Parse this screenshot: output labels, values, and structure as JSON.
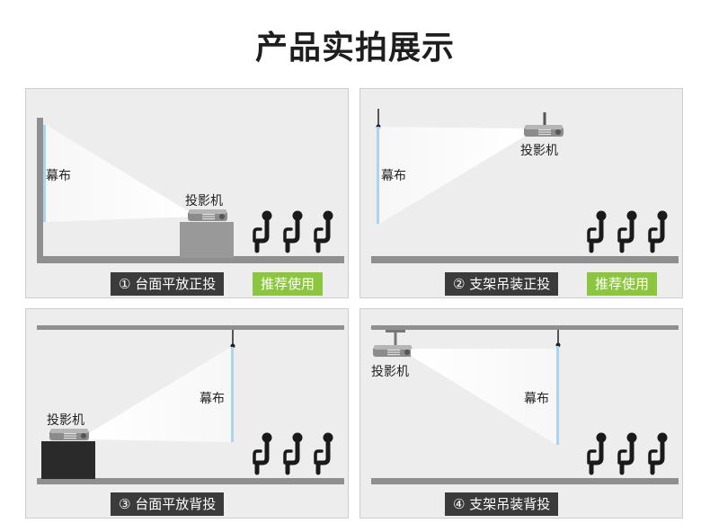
{
  "page": {
    "title": "产品实拍展示"
  },
  "labels": {
    "screen": "幕布",
    "projector": "投影机"
  },
  "panels": [
    {
      "caption": "① 台面平放正投",
      "recommend": "推荐使用"
    },
    {
      "caption": "② 支架吊装正投",
      "recommend": "推荐使用"
    },
    {
      "caption": "③ 台面平放背投",
      "recommend": ""
    },
    {
      "caption": "④ 支架吊装背投",
      "recommend": ""
    }
  ],
  "colors": {
    "panel_bg": "#ededed",
    "floor": "#8f8f8f",
    "screen": "#aad4f2",
    "projector_box": "#999999",
    "dark_table": "#2a2a2a",
    "seat": "#1a1a1a",
    "caption_bg": "#3b3b3b",
    "recommend_bg": "#8cc63f"
  }
}
